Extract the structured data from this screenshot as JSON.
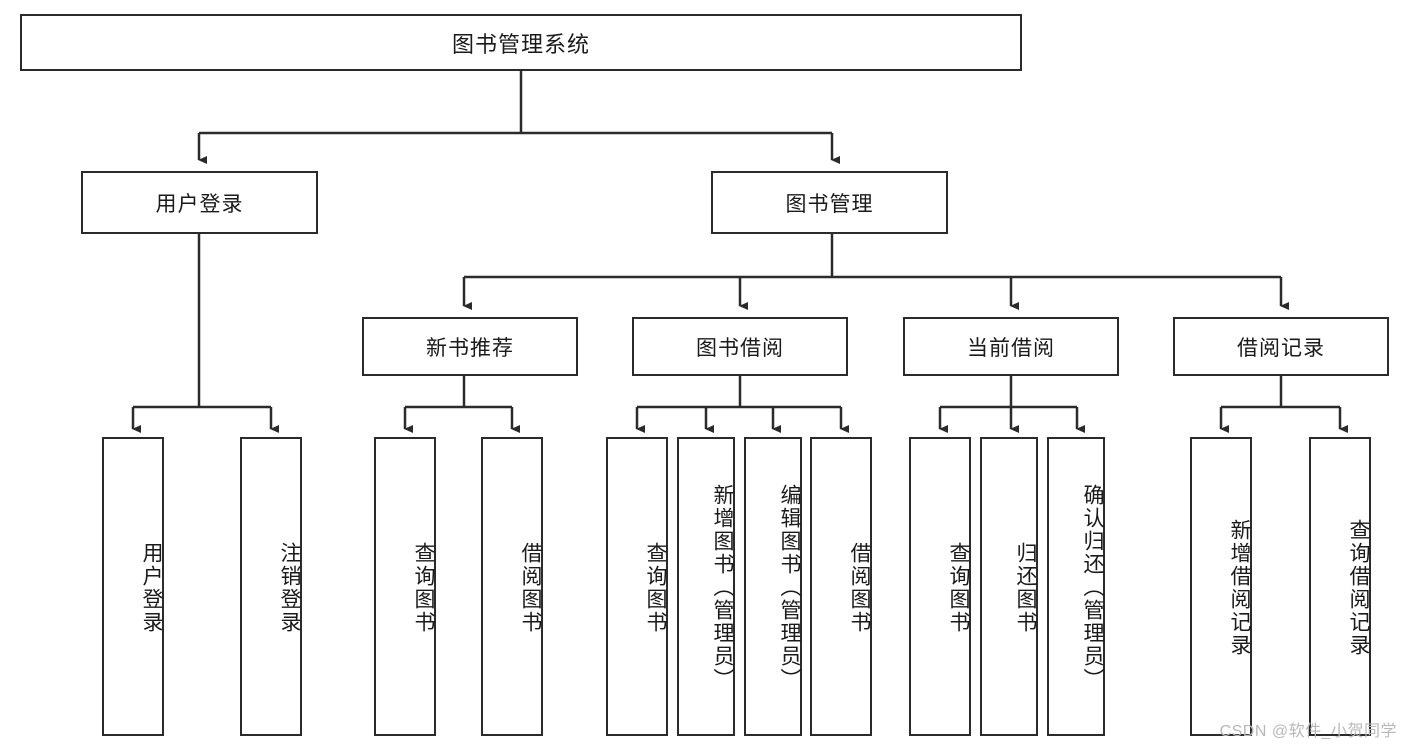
{
  "diagram": {
    "title": "图书管理系统",
    "root": {
      "label": "图书管理系统"
    },
    "level1": [
      {
        "label": "用户登录"
      },
      {
        "label": "图书管理"
      }
    ],
    "level2": [
      {
        "label": "新书推荐"
      },
      {
        "label": "图书借阅"
      },
      {
        "label": "当前借阅"
      },
      {
        "label": "借阅记录"
      }
    ],
    "leaves": [
      {
        "label": "用户登录"
      },
      {
        "label": "注销登录"
      },
      {
        "label": "查询图书"
      },
      {
        "label": "借阅图书"
      },
      {
        "label": "查询图书"
      },
      {
        "label": "新增图书（管理员）"
      },
      {
        "label": "编辑图书（管理员）"
      },
      {
        "label": "借阅图书"
      },
      {
        "label": "查询图书"
      },
      {
        "label": "归还图书"
      },
      {
        "label": "确认归还（管理员）"
      },
      {
        "label": "新增借阅记录"
      },
      {
        "label": "查询借阅记录"
      }
    ]
  },
  "watermark": {
    "text": "CSDN @软件_小贺同学"
  },
  "colors": {
    "stroke": "#2b2b2b",
    "background": "#ffffff",
    "text": "#1a1a1a",
    "watermark": "#b8b8b8"
  }
}
